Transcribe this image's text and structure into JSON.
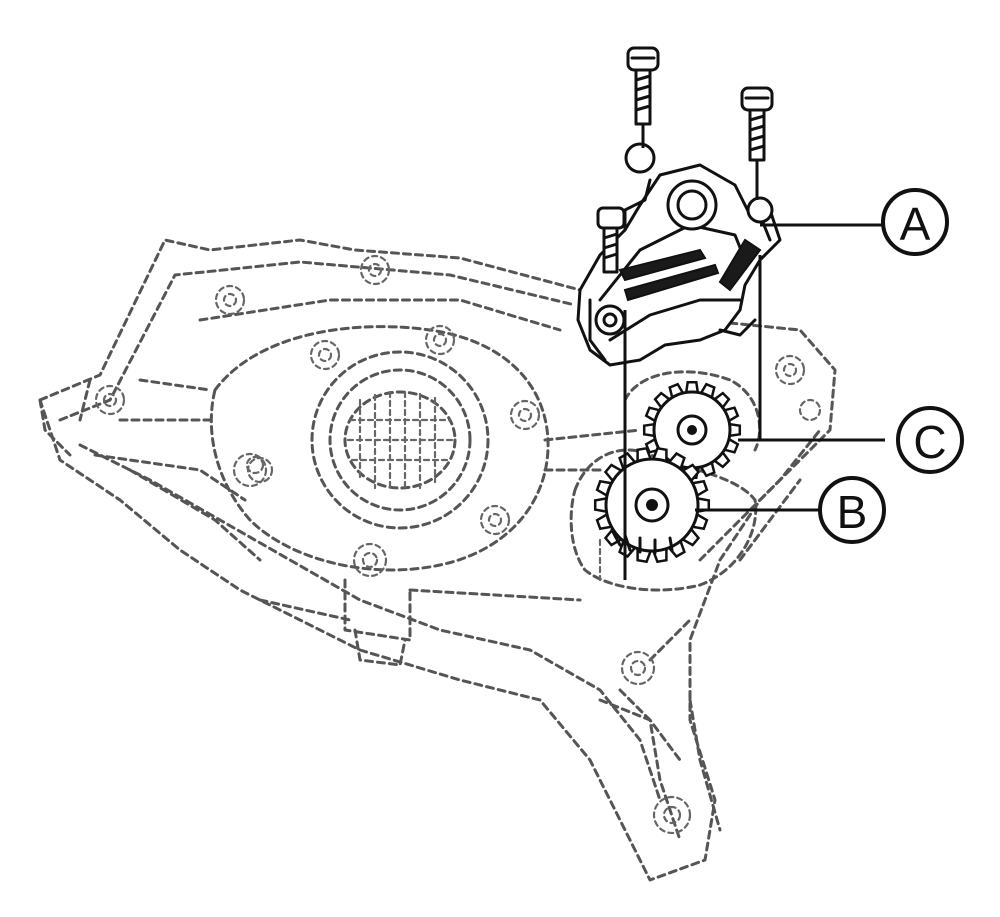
{
  "callouts": {
    "a": {
      "letter": "A"
    },
    "b": {
      "letter": "B"
    },
    "c": {
      "letter": "C"
    }
  },
  "colors": {
    "line": "#111111",
    "dashed": "#555555",
    "background": "#ffffff"
  }
}
